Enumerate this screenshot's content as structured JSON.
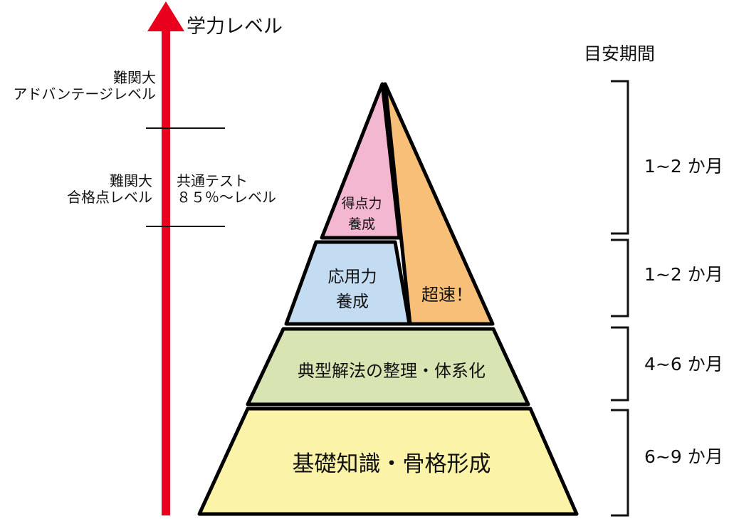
{
  "axis": {
    "title": "学力レベル",
    "arrow_color": "#e8001c"
  },
  "levels": {
    "advantage": {
      "line1": "難関大",
      "line2": "アドバンテージレベル"
    },
    "passing": {
      "line1": "難関大",
      "line2": "合格点レベル"
    },
    "common_test": {
      "line1": "共通テスト",
      "line2": "８５％～レベル"
    }
  },
  "periods": {
    "title": "目安期間",
    "items": [
      "1~2 か月",
      "1~2 か月",
      "4~6 か月",
      "6~9 か月"
    ]
  },
  "pyramid": {
    "score": {
      "line1": "得点力",
      "line2": "養成",
      "color": "#f3b7d2"
    },
    "rapid": {
      "label": "超速！",
      "color": "#f8bf78"
    },
    "applied": {
      "line1": "応用力",
      "line2": "養成",
      "color": "#c4dcf1"
    },
    "methods": {
      "label": "典型解法の整理・体系化",
      "color": "#d8e4b2"
    },
    "foundation": {
      "label": "基礎知識・骨格形成",
      "color": "#fbf3a7"
    }
  }
}
